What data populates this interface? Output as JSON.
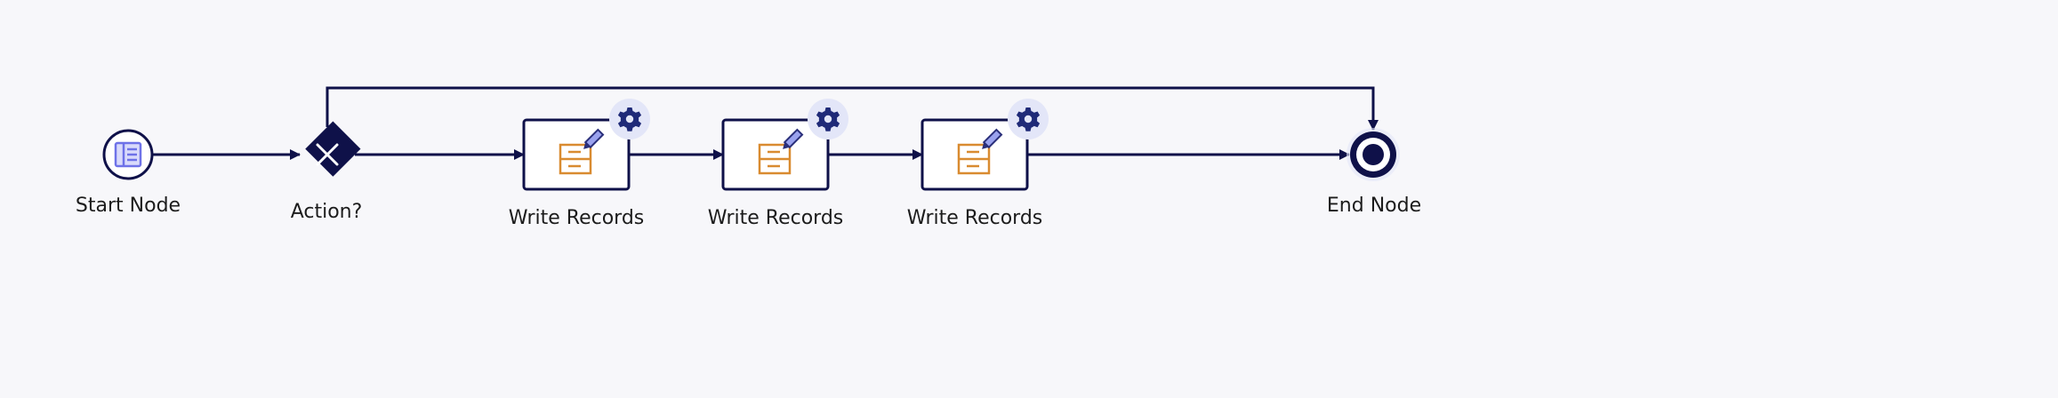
{
  "colors": {
    "background": "#f7f7fa",
    "line": "#0f1149",
    "node_fill": "#ffffff",
    "gateway_fill": "#0f1149",
    "start_icon": "#6e72e8",
    "start_icon_fill": "#d9dbfb",
    "cabinet": "#d98b30",
    "pencil": "#2a2f7a",
    "pencil_fill": "#9aa2ee",
    "gear": "#1f2a78",
    "gear_halo": "#e3e6f8"
  },
  "nodes": {
    "start": {
      "label": "Start Node",
      "icon": "form-icon"
    },
    "gateway": {
      "label": "Action?",
      "icon": "close-x-icon"
    },
    "task1": {
      "label": "Write Records",
      "icon": "write-records-icon"
    },
    "task2": {
      "label": "Write Records",
      "icon": "write-records-icon"
    },
    "task3": {
      "label": "Write Records",
      "icon": "write-records-icon"
    },
    "end": {
      "label": "End Node",
      "icon": "end-event-icon"
    }
  }
}
